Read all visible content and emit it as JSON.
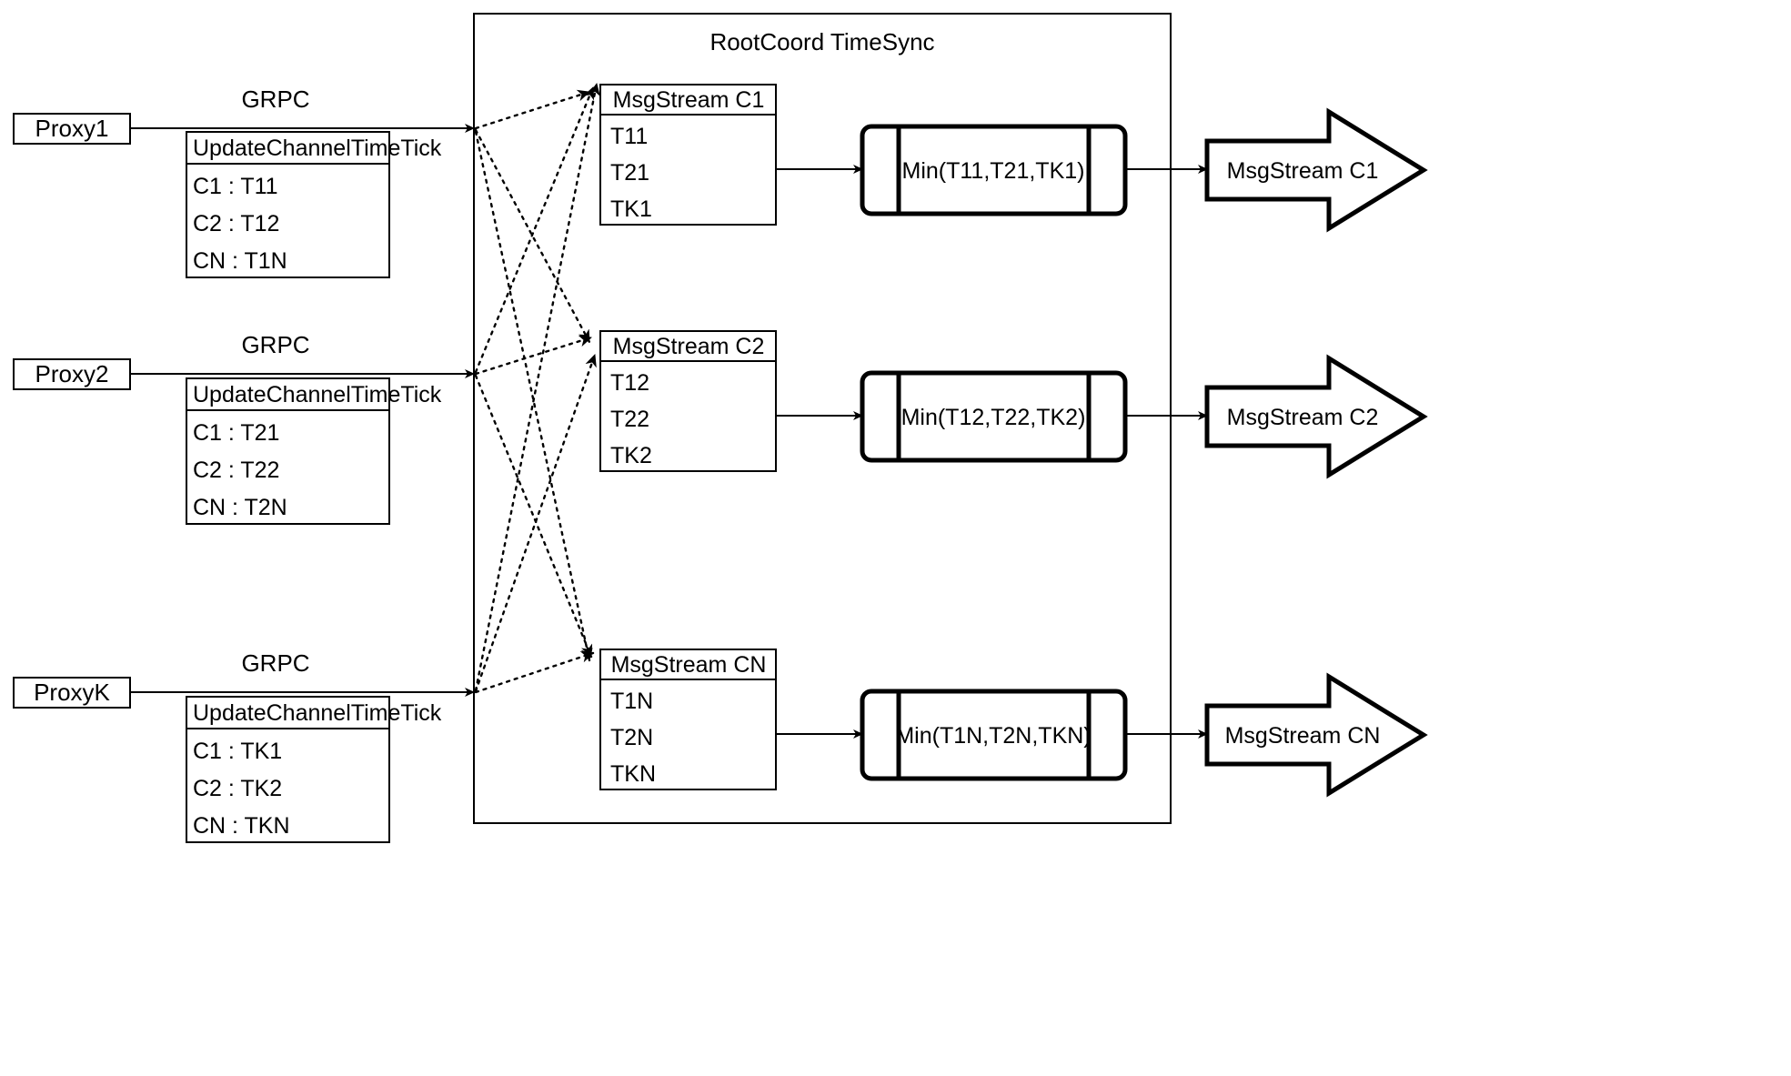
{
  "diagram": {
    "title": "RootCoord TimeSync",
    "background": "#ffffff",
    "stroke": "#000000",
    "edge_label": "GRPC",
    "proxies": [
      {
        "name": "Proxy1",
        "rpc_title": "UpdateChannelTimeTick",
        "entries": [
          "C1 :  T11",
          "C2 :  T12",
          "CN : T1N"
        ],
        "link_label": "GRPC"
      },
      {
        "name": "Proxy2",
        "rpc_title": "UpdateChannelTimeTick",
        "entries": [
          "C1 :  T21",
          "C2 :  T22",
          "CN : T2N"
        ],
        "link_label": "GRPC"
      },
      {
        "name": "ProxyK",
        "rpc_title": "UpdateChannelTimeTick",
        "entries": [
          "C1 :  TK1",
          "C2 :  TK2",
          "CN : TKN"
        ],
        "link_label": "GRPC"
      }
    ],
    "channels": [
      {
        "stream_title": "MsgStream C1",
        "ticks": [
          "T11",
          "T21",
          "TK1"
        ],
        "min_label": "Min(T11,T21,TK1)",
        "output_label": "MsgStream C1"
      },
      {
        "stream_title": "MsgStream C2",
        "ticks": [
          "T12",
          "T22",
          "TK2"
        ],
        "min_label": "Min(T12,T22,TK2)",
        "output_label": "MsgStream C2"
      },
      {
        "stream_title": "MsgStream CN",
        "ticks": [
          "T1N",
          "T2N",
          "TKN"
        ],
        "min_label": "Min(T1N,T2N,TKN)",
        "output_label": "MsgStream CN"
      }
    ]
  }
}
